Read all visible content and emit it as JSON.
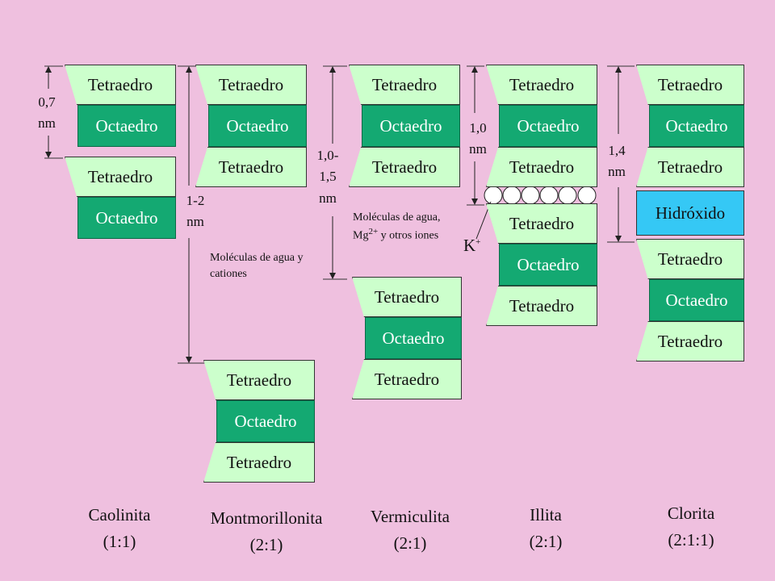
{
  "layers": {
    "tetra": "Tetraedro",
    "octa": "Octaedro",
    "hydroxide": "Hidróxido"
  },
  "spacings": {
    "caolinita": "0,7 nm",
    "montmorillonita": "1-2 nm",
    "vermiculita": "1,0- 1,5 nm",
    "illita": "1,0 nm",
    "clorita": "1,4 nm"
  },
  "notes": {
    "montmorillonita": "Moléculas de agua y cationes",
    "vermiculita_pre": "Moléculas de agua, Mg",
    "vermiculita_sup": "2+",
    "vermiculita_post": " y otros iones"
  },
  "ion": {
    "base": "K",
    "sup": "+"
  },
  "minerals": [
    {
      "name": "Caolinita",
      "ratio": "(1:1)"
    },
    {
      "name": "Montmorillonita",
      "ratio": "(2:1)"
    },
    {
      "name": "Vermiculita",
      "ratio": "(2:1)"
    },
    {
      "name": "Illita",
      "ratio": "(2:1)"
    },
    {
      "name": "Clorita",
      "ratio": "(2:1:1)"
    }
  ],
  "colors": {
    "background": "#efc0df",
    "tetra": "#ccffcc",
    "octa": "#14a972",
    "hydroxide": "#35c8f5"
  }
}
